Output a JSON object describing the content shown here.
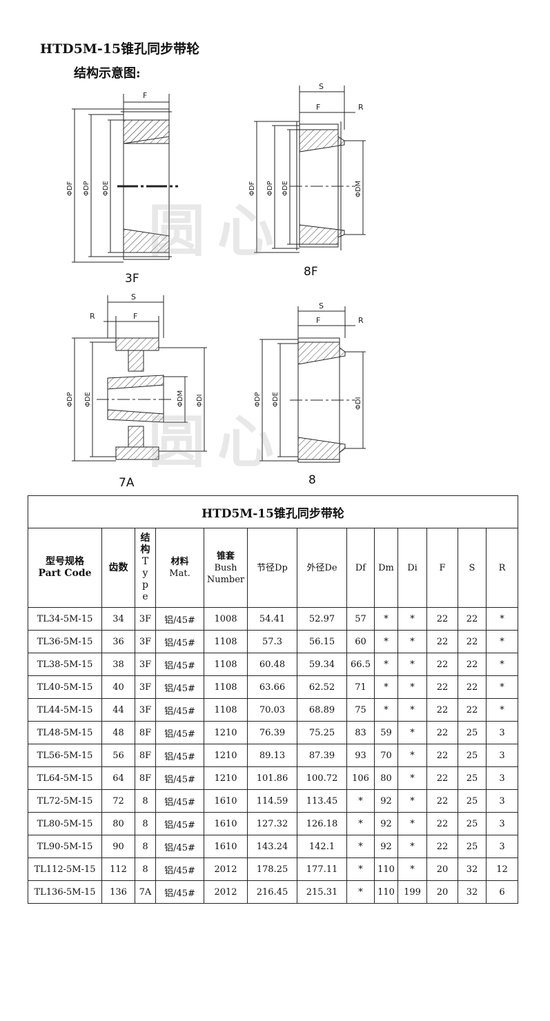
{
  "page": {
    "title": "HTD5M-15锥孔同步带轮",
    "subtitle": "结构示意图:"
  },
  "diagrams": [
    {
      "type": "3F",
      "dims": [
        "F",
        "ΦDF",
        "ΦDP",
        "ΦDE"
      ]
    },
    {
      "type": "8F",
      "dims": [
        "S",
        "F",
        "R",
        "ΦDF",
        "ΦDP",
        "ΦDE",
        "ΦDM"
      ]
    },
    {
      "type": "7A",
      "dims": [
        "S",
        "R",
        "F",
        "ΦDP",
        "ΦDE",
        "ΦDM",
        "ΦDI"
      ]
    },
    {
      "type": "8",
      "dims": [
        "S",
        "F",
        "R",
        "ΦDP",
        "ΦDE",
        "ΦDI"
      ]
    }
  ],
  "watermark": "圆心",
  "table": {
    "title": "HTD5M-15锥孔同步带轮",
    "headers": [
      {
        "zh": "型号规格",
        "en": "Part Code"
      },
      {
        "zh": "齿数",
        "en": ""
      },
      {
        "zh": "结构",
        "en": "Type"
      },
      {
        "zh": "材料",
        "en": "Mat."
      },
      {
        "zh": "锥套",
        "en": "Bush Number"
      },
      {
        "zh": "节径Dp",
        "en": ""
      },
      {
        "zh": "外径De",
        "en": ""
      },
      {
        "zh": "Df",
        "en": ""
      },
      {
        "zh": "Dm",
        "en": ""
      },
      {
        "zh": "Di",
        "en": ""
      },
      {
        "zh": "F",
        "en": ""
      },
      {
        "zh": "S",
        "en": ""
      },
      {
        "zh": "R",
        "en": ""
      }
    ],
    "rows": [
      [
        "TL34-5M-15",
        "34",
        "3F",
        "铝/45#",
        "1008",
        "54.41",
        "52.97",
        "57",
        "*",
        "*",
        "22",
        "22",
        "*"
      ],
      [
        "TL36-5M-15",
        "36",
        "3F",
        "铝/45#",
        "1108",
        "57.3",
        "56.15",
        "60",
        "*",
        "*",
        "22",
        "22",
        "*"
      ],
      [
        "TL38-5M-15",
        "38",
        "3F",
        "铝/45#",
        "1108",
        "60.48",
        "59.34",
        "66.5",
        "*",
        "*",
        "22",
        "22",
        "*"
      ],
      [
        "TL40-5M-15",
        "40",
        "3F",
        "铝/45#",
        "1108",
        "63.66",
        "62.52",
        "71",
        "*",
        "*",
        "22",
        "22",
        "*"
      ],
      [
        "TL44-5M-15",
        "44",
        "3F",
        "铝/45#",
        "1108",
        "70.03",
        "68.89",
        "75",
        "*",
        "*",
        "22",
        "22",
        "*"
      ],
      [
        "TL48-5M-15",
        "48",
        "8F",
        "铝/45#",
        "1210",
        "76.39",
        "75.25",
        "83",
        "59",
        "*",
        "22",
        "25",
        "3"
      ],
      [
        "TL56-5M-15",
        "56",
        "8F",
        "铝/45#",
        "1210",
        "89.13",
        "87.39",
        "93",
        "70",
        "*",
        "22",
        "25",
        "3"
      ],
      [
        "TL64-5M-15",
        "64",
        "8F",
        "铝/45#",
        "1210",
        "101.86",
        "100.72",
        "106",
        "80",
        "*",
        "22",
        "25",
        "3"
      ],
      [
        "TL72-5M-15",
        "72",
        "8",
        "铝/45#",
        "1610",
        "114.59",
        "113.45",
        "*",
        "92",
        "*",
        "22",
        "25",
        "3"
      ],
      [
        "TL80-5M-15",
        "80",
        "8",
        "铝/45#",
        "1610",
        "127.32",
        "126.18",
        "*",
        "92",
        "*",
        "22",
        "25",
        "3"
      ],
      [
        "TL90-5M-15",
        "90",
        "8",
        "铝/45#",
        "1610",
        "143.24",
        "142.1",
        "*",
        "92",
        "*",
        "22",
        "25",
        "3"
      ],
      [
        "TL112-5M-15",
        "112",
        "8",
        "铝/45#",
        "2012",
        "178.25",
        "177.11",
        "*",
        "110",
        "*",
        "20",
        "32",
        "12"
      ],
      [
        "TL136-5M-15",
        "136",
        "7A",
        "铝/45#",
        "2012",
        "216.45",
        "215.31",
        "*",
        "110",
        "199",
        "20",
        "32",
        "6"
      ]
    ]
  }
}
